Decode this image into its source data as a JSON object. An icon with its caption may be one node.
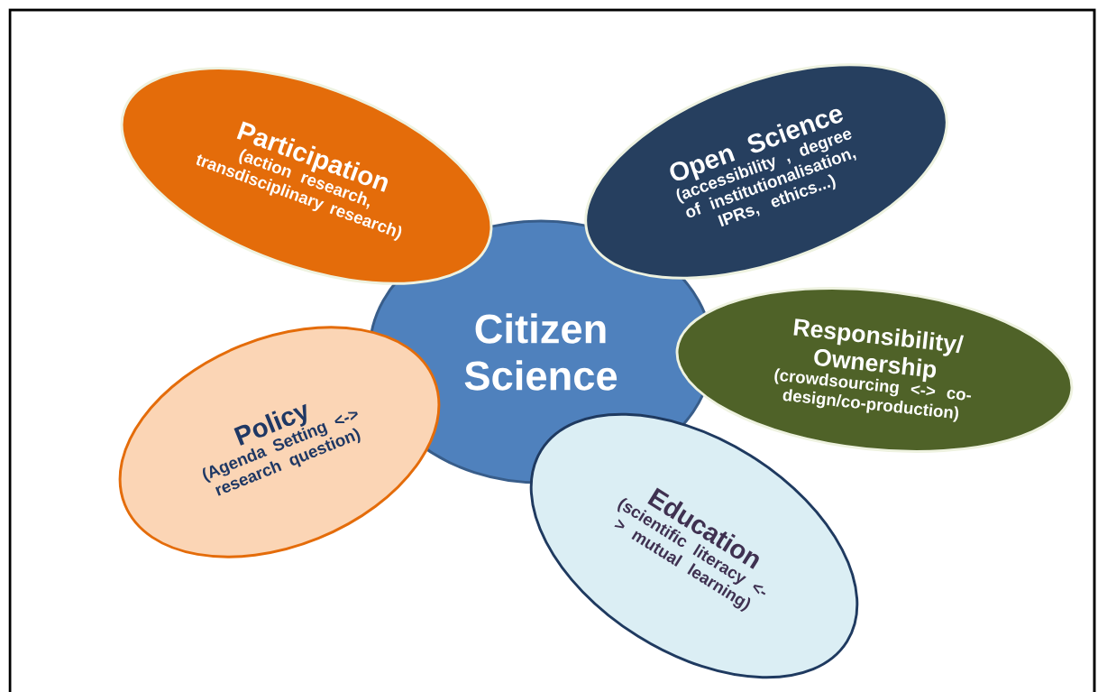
{
  "diagram": {
    "nodes": [
      {
        "text": [
          "Participation",
          "(action research, transdisciplinary research)"
        ]
      },
      {
        "text": [
          "Open Science",
          "(accessibility , degree of institutionalisation, IPRs, ethics...)"
        ]
      },
      {
        "text": [
          "Citizen Science"
        ]
      },
      {
        "text": [
          "Responsibility/ Ownership",
          "(crowdsourcing <-> co-design/co-production)"
        ]
      },
      {
        "text": [
          "Policy",
          "(Agenda Setting <-> research question)"
        ]
      },
      {
        "text": [
          "Education",
          "(scientific literacy <-> mutual learning)"
        ]
      }
    ]
  }
}
